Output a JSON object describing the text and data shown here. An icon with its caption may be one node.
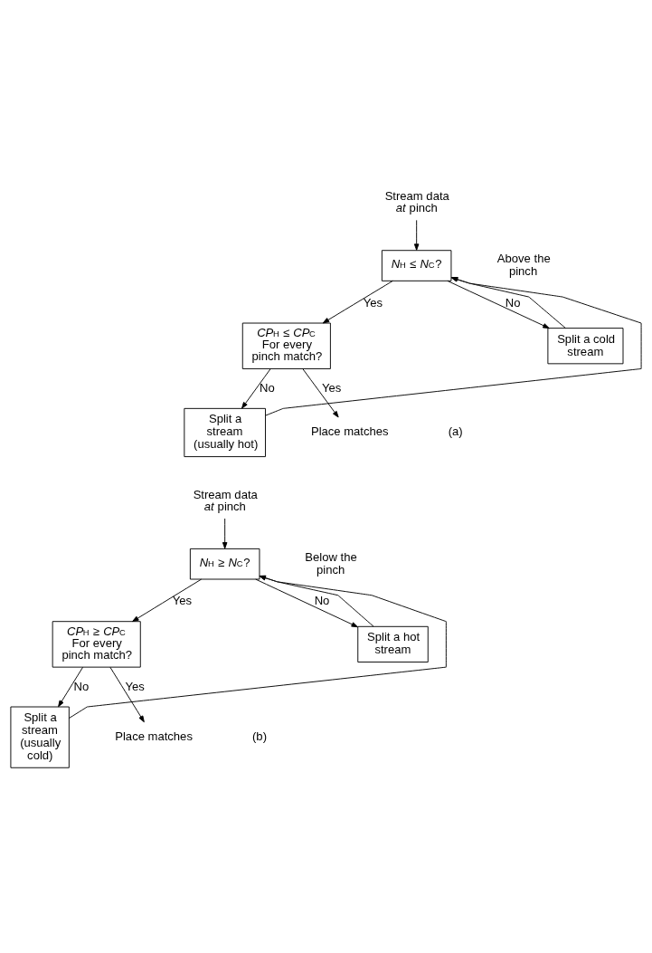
{
  "diagram": {
    "nodes": [
      {
        "text": [
          "Stream data *at* pinch"
        ]
      },
      {
        "text": [
          "*N*$_{H}$ ≤ *N*$_{C}$?"
        ]
      },
      {
        "text": [
          "Split a cold stream"
        ]
      },
      {
        "text": [
          "*CP*$_{H}$ ≤ *CP*$_{C}$",
          "For every pinch match?"
        ]
      },
      {
        "text": [
          "Place matches"
        ]
      },
      {
        "text": [
          "Split a stream (usually hot)"
        ]
      },
      {
        "text": [
          "Stream data *at* pinch"
        ]
      },
      {
        "text": [
          "*N*$_{H}$ ≥ *N*$_{C}$?"
        ]
      },
      {
        "text": [
          "Split a hot stream"
        ]
      },
      {
        "text": [
          "*CP*$_{H}$ ≥ *CP*$_{C}$",
          "For every pinch match?"
        ]
      },
      {
        "text": [
          "Place matches"
        ]
      },
      {
        "text": [
          "Split a stream (usually cold)"
        ]
      }
    ],
    "edges": [
      {
        "from": 0,
        "to": 1,
        "arrow": "to"
      },
      {
        "from": 1,
        "to": 3,
        "arrow": "to",
        "label": "Yes"
      },
      {
        "from": 1,
        "to": 2,
        "arrow": "to",
        "label": "No"
      },
      {
        "from": 3,
        "to": 4,
        "arrow": "to",
        "label": "Yes"
      },
      {
        "from": 3,
        "to": 5,
        "arrow": "to",
        "label": "No"
      },
      {
        "from": 2,
        "to": 1,
        "arrow": "to"
      },
      {
        "from": 5,
        "to": 1,
        "arrow": "to"
      },
      {
        "from": 6,
        "to": 7,
        "arrow": "to"
      },
      {
        "from": 7,
        "to": 9,
        "arrow": "to",
        "label": "Yes"
      },
      {
        "from": 7,
        "to": 8,
        "arrow": "to",
        "label": "No"
      },
      {
        "from": 9,
        "to": 10,
        "arrow": "to",
        "label": "Yes"
      },
      {
        "from": 9,
        "to": 11,
        "arrow": "to",
        "label": "No"
      },
      {
        "from": 8,
        "to": 7,
        "arrow": "to"
      },
      {
        "from": 11,
        "to": 7,
        "arrow": "to"
      }
    ],
    "labels": [
      "Above the pinch",
      "(a)",
      "Below the pinch",
      "(b)"
    ]
  }
}
